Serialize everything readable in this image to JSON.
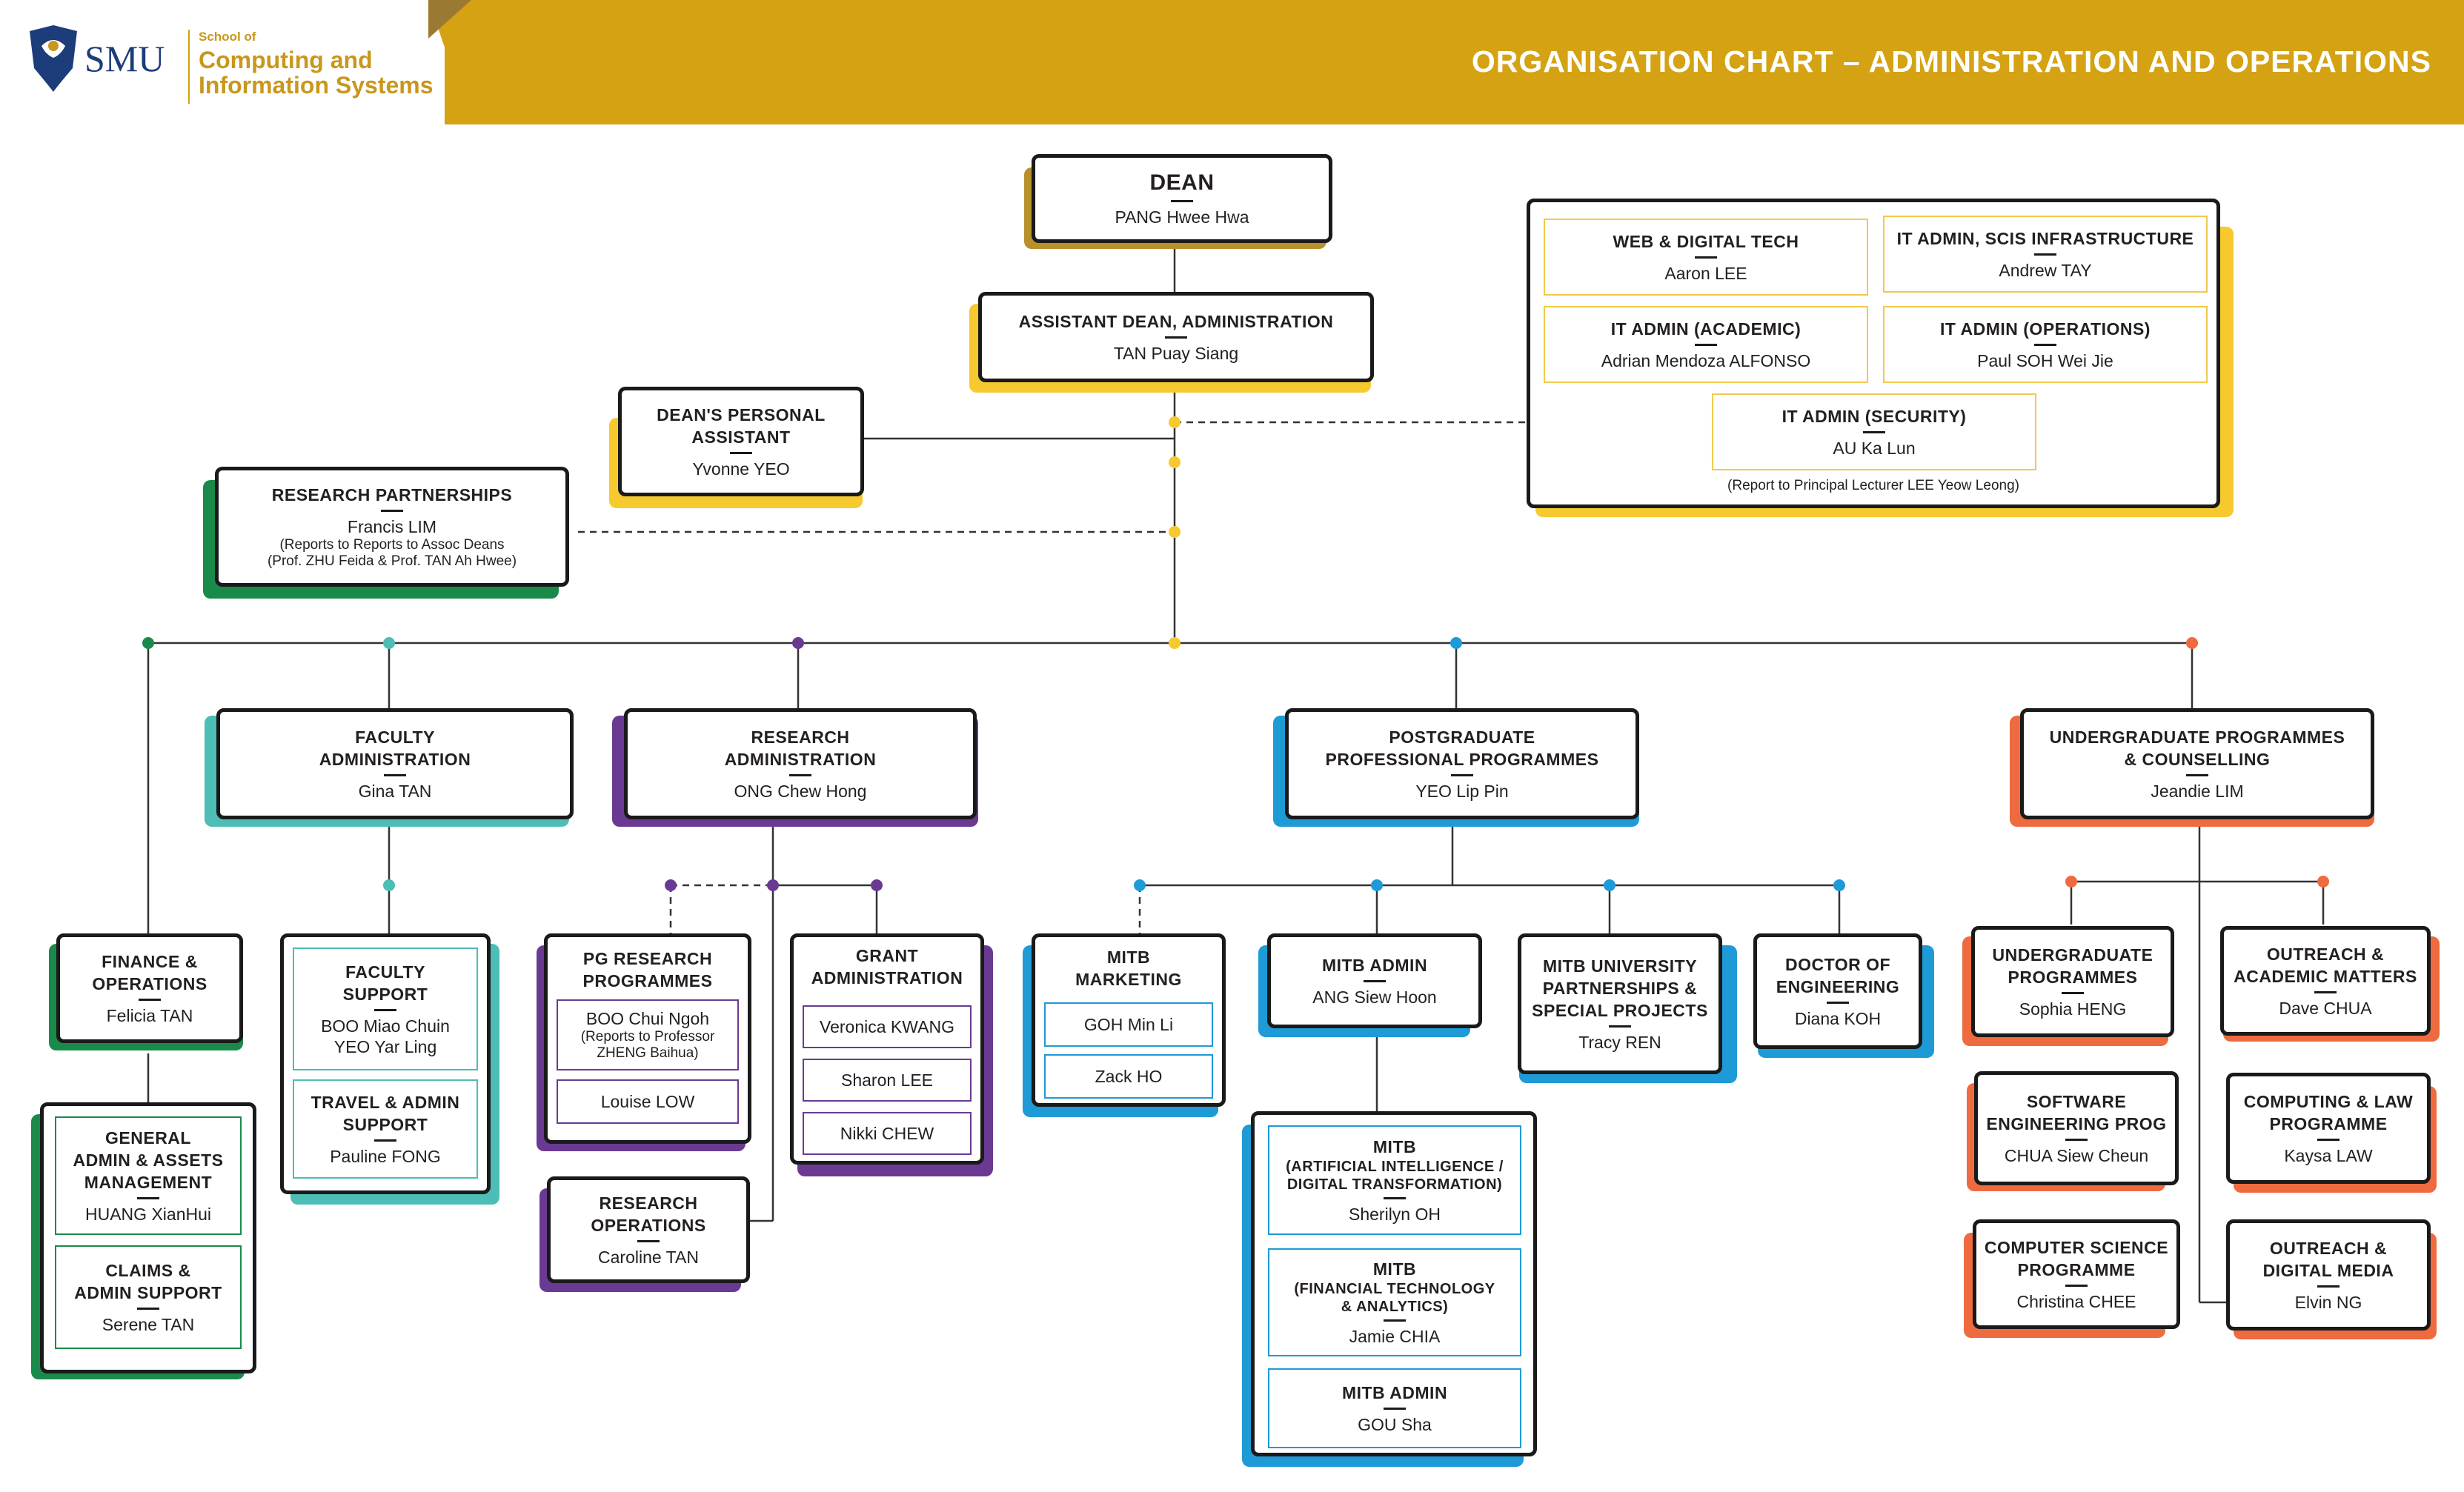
{
  "header": {
    "logo_smu": "SMU",
    "logo_school": "School of",
    "logo_name_line1": "Computing and",
    "logo_name_line2": "Information Systems",
    "title": "ORGANISATION CHART – ADMINISTRATION AND OPERATIONS"
  },
  "colors": {
    "gold": "#d4a213",
    "green": "#1a8a4a",
    "teal": "#4dbdb5",
    "purple": "#6a3a93",
    "blue": "#1e9ad6",
    "orange": "#ee6b3f",
    "gold_light": "#f6c92e"
  },
  "dean": {
    "title": "DEAN",
    "name": "PANG Hwee Hwa"
  },
  "assistant_dean": {
    "title": "ASSISTANT DEAN, ADMINISTRATION",
    "name": "TAN Puay Siang"
  },
  "personal_assistant": {
    "title_line1": "DEAN'S PERSONAL",
    "title_line2": "ASSISTANT",
    "name": "Yvonne YEO"
  },
  "research_partnerships": {
    "title": "RESEARCH PARTNERSHIPS",
    "name": "Francis LIM",
    "note_line1": "(Reports to Reports to Assoc Deans",
    "note_line2": "(Prof. ZHU Feida  & Prof. TAN Ah Hwee)"
  },
  "it_panel": {
    "units": [
      {
        "title": "WEB & DIGITAL TECH",
        "name": "Aaron LEE"
      },
      {
        "title": "IT ADMIN, SCIS INFRASTRUCTURE",
        "name": "Andrew TAY"
      },
      {
        "title": "IT ADMIN (ACADEMIC)",
        "name": "Adrian Mendoza ALFONSO"
      },
      {
        "title": "IT ADMIN (OPERATIONS)",
        "name": "Paul SOH Wei Jie"
      },
      {
        "title": "IT ADMIN (SECURITY)",
        "name": "AU Ka Lun"
      }
    ],
    "note": "(Report to Principal Lecturer LEE Yeow Leong)"
  },
  "finance": {
    "head": {
      "title_line1": "FINANCE &",
      "title_line2": "OPERATIONS",
      "name": "Felicia TAN"
    },
    "units": [
      {
        "title_line1": "GENERAL",
        "title_line2": "ADMIN & ASSETS",
        "title_line3": "MANAGEMENT",
        "name": "HUANG XianHui"
      },
      {
        "title_line1": "CLAIMS &",
        "title_line2": "ADMIN SUPPORT",
        "name": "Serene TAN"
      }
    ]
  },
  "faculty": {
    "head": {
      "title_line1": "FACULTY",
      "title_line2": "ADMINISTRATION",
      "name": "Gina TAN"
    },
    "units": [
      {
        "title_line1": "FACULTY",
        "title_line2": "SUPPORT",
        "name_line1": "BOO Miao Chuin",
        "name_line2": "YEO Yar Ling"
      },
      {
        "title_line1": "TRAVEL & ADMIN",
        "title_line2": "SUPPORT",
        "name": "Pauline FONG"
      }
    ]
  },
  "research_admin": {
    "head": {
      "title_line1": "RESEARCH",
      "title_line2": "ADMINISTRATION",
      "name": "ONG Chew Hong"
    },
    "pg_research": {
      "title_line1": "PG RESEARCH",
      "title_line2": "PROGRAMMES",
      "members": [
        {
          "name": "BOO Chui Ngoh",
          "note_line1": "(Reports to Professor",
          "note_line2": "ZHENG Baihua)"
        },
        {
          "name": "Louise LOW"
        }
      ]
    },
    "grant": {
      "title_line1": "GRANT",
      "title_line2": "ADMINISTRATION",
      "members": [
        "Veronica KWANG",
        "Sharon LEE",
        "Nikki CHEW"
      ]
    },
    "operations": {
      "title_line1": "RESEARCH",
      "title_line2": "OPERATIONS",
      "name": "Caroline TAN"
    }
  },
  "postgraduate": {
    "head": {
      "title_line1": "POSTGRADUATE",
      "title_line2": "PROFESSIONAL PROGRAMMES",
      "name": "YEO Lip Pin"
    },
    "marketing": {
      "title_line1": "MITB",
      "title_line2": "MARKETING",
      "members": [
        "GOH Min Li",
        "Zack HO"
      ]
    },
    "mitb_admin": {
      "title": "MITB ADMIN",
      "name": "ANG Siew Hoon"
    },
    "university": {
      "title_line1": "MITB UNIVERSITY",
      "title_line2": "PARTNERSHIPS &",
      "title_line3": "SPECIAL PROJECTS",
      "name": "Tracy REN"
    },
    "doctor": {
      "title_line1": "DOCTOR OF",
      "title_line2": "ENGINEERING",
      "name": "Diana KOH"
    },
    "mitb_units": [
      {
        "title_line1": "MITB",
        "title_line2": "(ARTIFICIAL INTELLIGENCE /",
        "title_line3": "DIGITAL TRANSFORMATION)",
        "name": "Sherilyn OH"
      },
      {
        "title_line1": "MITB",
        "title_line2": "(FINANCIAL TECHNOLOGY",
        "title_line3": "& ANALYTICS)",
        "name": "Jamie CHIA"
      },
      {
        "title_line1": "MITB ADMIN",
        "name": "GOU Sha"
      }
    ]
  },
  "undergraduate": {
    "head": {
      "title_line1": "UNDERGRADUATE PROGRAMMES",
      "title_line2": "& COUNSELLING",
      "name": "Jeandie LIM"
    },
    "left": [
      {
        "title_line1": "UNDERGRADUATE",
        "title_line2": "PROGRAMMES",
        "name": "Sophia HENG"
      },
      {
        "title_line1": "SOFTWARE",
        "title_line2": "ENGINEERING PROG",
        "name": "CHUA Siew Cheun"
      },
      {
        "title_line1": "COMPUTER SCIENCE",
        "title_line2": "PROGRAMME",
        "name": "Christina CHEE"
      }
    ],
    "right": [
      {
        "title_line1": "OUTREACH &",
        "title_line2": "ACADEMIC MATTERS",
        "name": "Dave CHUA"
      },
      {
        "title_line1": "COMPUTING & LAW",
        "title_line2": "PROGRAMME",
        "name": "Kaysa LAW"
      },
      {
        "title_line1": "OUTREACH &",
        "title_line2": "DIGITAL MEDIA",
        "name": "Elvin NG"
      }
    ]
  }
}
